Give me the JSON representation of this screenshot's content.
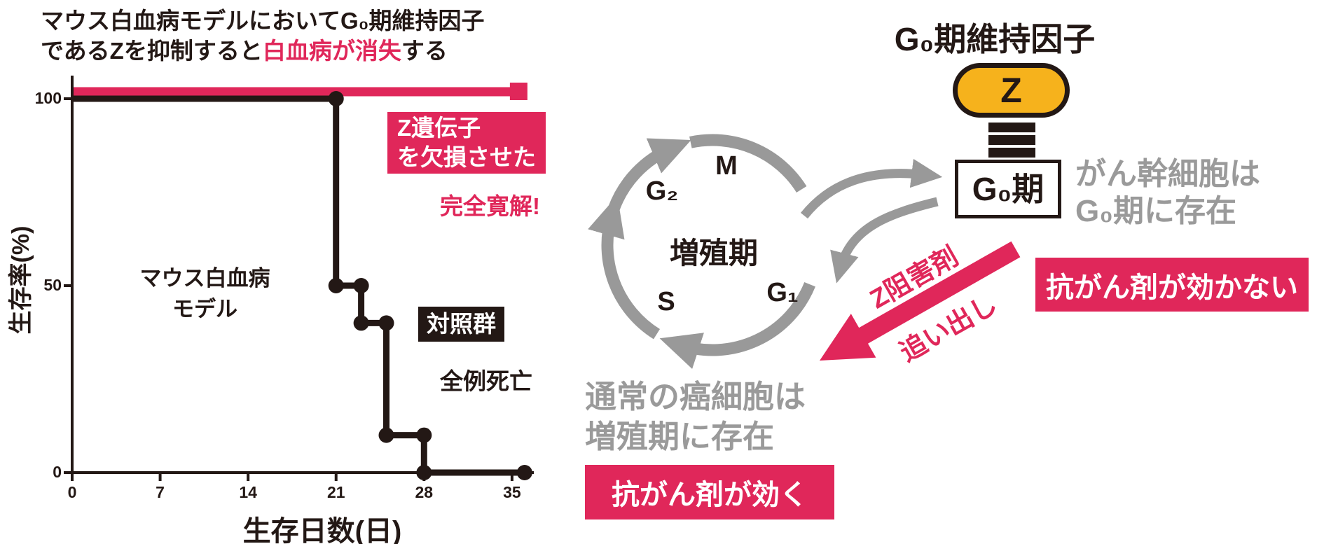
{
  "colors": {
    "pink": "#e0275a",
    "orange": "#f6b21c",
    "gray_arrow": "#999999",
    "gray_text": "#9a9a9a",
    "ink": "#231815"
  },
  "chart": {
    "title_line1": "マウス白血病モデルにおいてG₀期維持因子",
    "title_line2_pre": "であるZを抑制すると",
    "title_line2_highlight": "白血病が消失",
    "title_line2_post": "する",
    "ylabel": "生存率(%)",
    "xlabel": "生存日数(日)",
    "treated_label_line1": "Z遺伝子",
    "treated_label_line2": "を欠損させた",
    "treated_note": "完全寛解!",
    "model_label_line1": "マウス白血病",
    "model_label_line2": "モデル",
    "control_label": "対照群",
    "control_note": "全例死亡"
  },
  "chart_data": {
    "type": "line",
    "title": "マウス白血病モデルにおいてG₀期維持因子であるZを抑制すると白血病が消失する",
    "xlabel": "生存日数(日)",
    "ylabel": "生存率(%)",
    "xlim": [
      0,
      37
    ],
    "ylim": [
      0,
      100
    ],
    "x_ticks": [
      0,
      7,
      14,
      21,
      28,
      35
    ],
    "y_ticks": [
      100,
      50,
      0
    ],
    "grid": false,
    "legend": "none",
    "series": [
      {
        "name": "Z遺伝子を欠損させた",
        "color": "#e0275a",
        "marker": "square-end",
        "points": [
          [
            0,
            100
          ],
          [
            35.5,
            100
          ]
        ],
        "note": "完全寛解!"
      },
      {
        "name": "対照群",
        "color": "#231815",
        "marker": "dot",
        "points": [
          [
            0,
            100
          ],
          [
            21,
            100
          ],
          [
            21,
            50
          ],
          [
            23,
            50
          ],
          [
            23,
            40
          ],
          [
            25,
            40
          ],
          [
            25,
            10
          ],
          [
            28,
            10
          ],
          [
            28,
            0
          ],
          [
            36,
            0
          ]
        ],
        "note": "全例死亡"
      }
    ]
  },
  "diagram": {
    "title": "G₀期維持因子",
    "z_label": "Z",
    "g0_label": "G₀期",
    "cycle_center": "増殖期",
    "phase_m": "M",
    "phase_g2": "G₂",
    "phase_g1": "G₁",
    "phase_s": "S",
    "inhibitor_line1": "Z阻害剤",
    "inhibitor_line2": "追い出し",
    "stem_line1": "がん幹細胞は",
    "stem_line2": "G₀期に存在",
    "stem_badge": "抗がん剤が効かない",
    "normal_line1": "通常の癌細胞は",
    "normal_line2": "増殖期に存在",
    "normal_badge": "抗がん剤が効く"
  }
}
